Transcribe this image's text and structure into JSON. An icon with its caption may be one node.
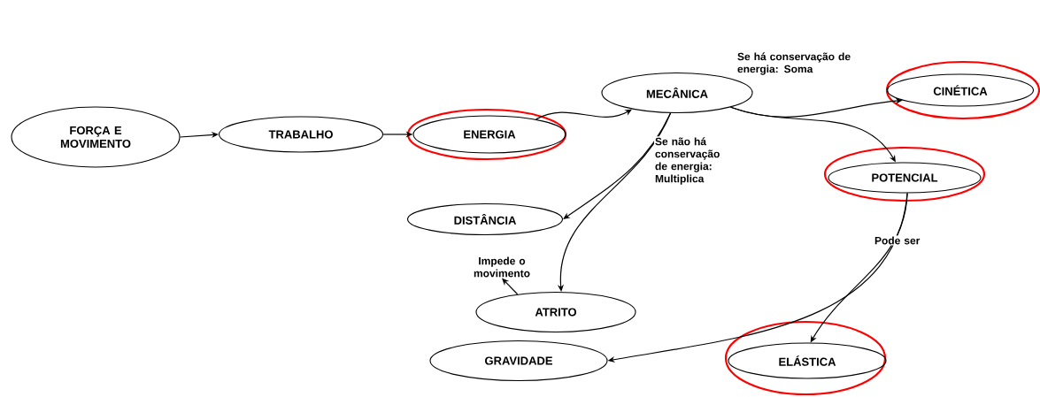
{
  "diagram": {
    "nodes": [
      {
        "text": [
          "FORÇA E MOVIMENTO"
        ]
      },
      {
        "text": [
          "TRABALHO"
        ]
      },
      {
        "text": [
          "ENERGIA"
        ]
      },
      {
        "text": [
          "MECÂNICA"
        ]
      },
      {
        "text": [
          "CINÉTICA"
        ]
      },
      {
        "text": [
          "POTENCIAL"
        ]
      },
      {
        "text": [
          "DISTÂNCIA"
        ]
      },
      {
        "text": [
          "ATRITO"
        ]
      },
      {
        "text": [
          "GRAVIDADE"
        ]
      },
      {
        "text": [
          "ELÁSTICA"
        ]
      },
      {
        "text": [
          "Impede o movimento"
        ]
      }
    ],
    "edges": [
      {
        "from": 0,
        "to": 1,
        "arrow": "to"
      },
      {
        "from": 1,
        "to": 2,
        "arrow": "to"
      },
      {
        "from": 2,
        "to": 3,
        "arrow": "to"
      },
      {
        "from": 3,
        "to": 4,
        "arrow": "to",
        "label": "Se há conservação de energia: Soma"
      },
      {
        "from": 3,
        "to": 5,
        "arrow": "to"
      },
      {
        "from": 3,
        "to": 6,
        "arrow": "to"
      },
      {
        "from": 3,
        "to": 7,
        "arrow": "to",
        "label": "Se não há conservação de energia: Multiplica"
      },
      {
        "from": 7,
        "to": 10,
        "arrow": "to"
      },
      {
        "from": 5,
        "to": 9,
        "arrow": "to",
        "label": "Pode ser"
      },
      {
        "from": 5,
        "to": 8,
        "arrow": "to"
      }
    ]
  }
}
